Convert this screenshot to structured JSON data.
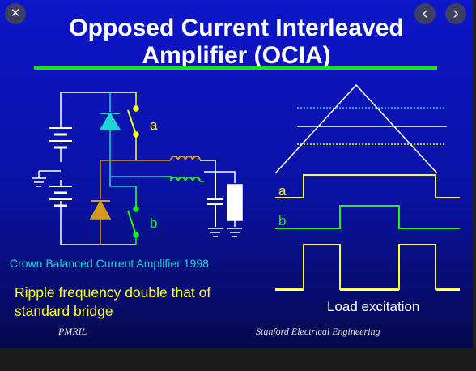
{
  "viewer": {
    "close_icon": "✕",
    "prev_icon": "‹",
    "next_icon": "›"
  },
  "slide": {
    "title_line1": "Opposed Current Interleaved",
    "title_line2": "Amplifier (OCIA)",
    "switch_a_label": "a",
    "switch_b_label": "b",
    "caption": "Crown Balanced Current Amplifier 1998",
    "ripple_line1": "Ripple frequency double that of",
    "ripple_line2": "standard bridge",
    "wave_a_label": "a",
    "wave_b_label": "b",
    "load_caption": "Load excitation",
    "footer_left": "PMRIL",
    "footer_right": "Stanford Electrical Engineering"
  },
  "colors": {
    "background": "#0d16c8",
    "title": "#ffffff",
    "rule": "#19e619",
    "yellow": "#ffff22",
    "green": "#22ee22",
    "cyan": "#1fd4d4",
    "orange": "#d69a1c",
    "white": "#ffffff"
  }
}
